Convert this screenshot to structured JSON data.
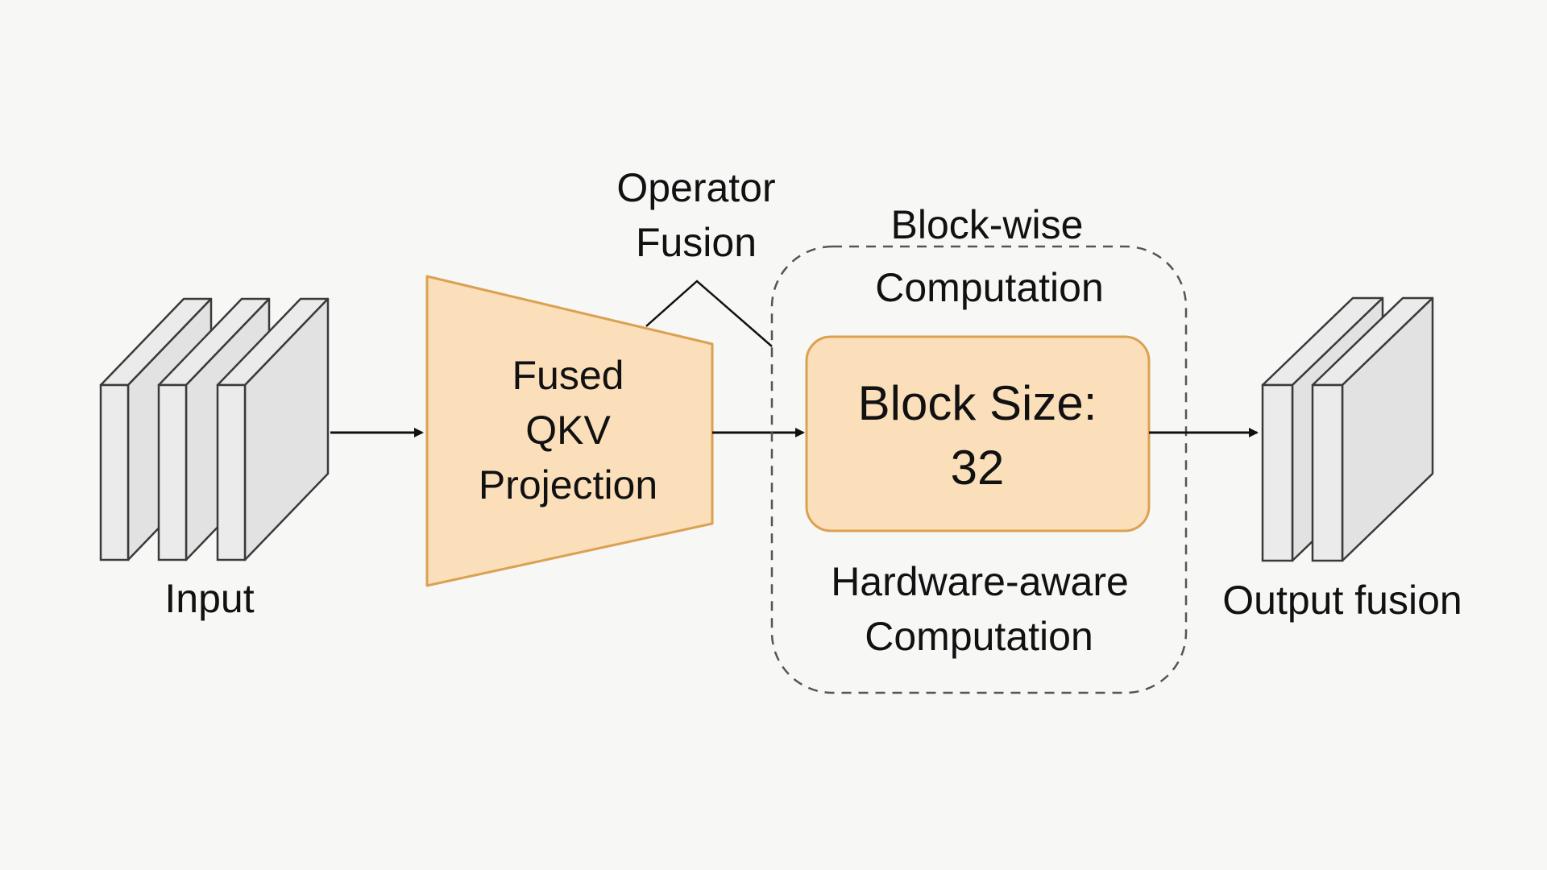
{
  "labels": {
    "input": "Input",
    "operator_fusion_line1": "Operator",
    "operator_fusion_line2": "Fusion",
    "qkv_line1": "Fused",
    "qkv_line2": "QKV",
    "qkv_line3": "Projection",
    "blockwise_line1": "Block-wise",
    "blockwise_line2": "Computation",
    "block_size_line1": "Block Size:",
    "block_size_line2": "32",
    "hardware_line1": "Hardware-aware",
    "hardware_line2": "Computation",
    "output": "Output fusion"
  },
  "colors": {
    "background": "#f7f7f6",
    "orange_fill": "#fbdfba",
    "orange_stroke": "#dba152",
    "layer_fill": "#ebebeb",
    "layer_side": "#e2e2e2",
    "layer_stroke": "#3a3a3a",
    "dash_stroke": "#555555",
    "arrow": "#111111"
  }
}
